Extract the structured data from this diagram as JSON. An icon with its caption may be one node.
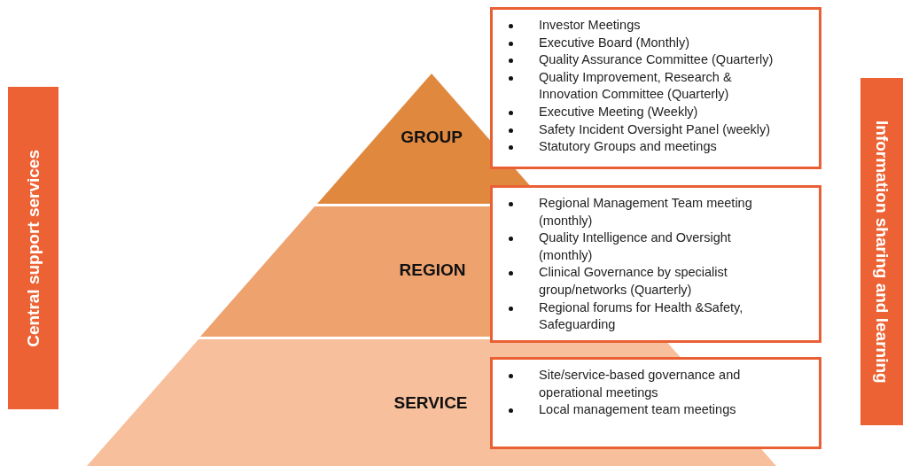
{
  "diagram": {
    "nodes": [
      {
        "text": [
          "Central support services"
        ]
      },
      {
        "text": [
          "GROUP"
        ]
      },
      {
        "text": [
          "Investor Meetings",
          "Executive Board (Monthly)",
          "Quality Assurance Committee (Quarterly)",
          "Quality Improvement, Research & Innovation Committee (Quarterly)",
          "Executive Meeting (Weekly)",
          "Safety Incident Oversight Panel (weekly)",
          "Statutory Groups and meetings"
        ]
      },
      {
        "text": [
          "REGION"
        ]
      },
      {
        "text": [
          "Regional Management Team meeting (monthly)",
          "Quality Intelligence and Oversight (monthly)",
          "Clinical Governance by specialist group/networks (Quarterly)",
          "Regional forums for Health &Safety, Safeguarding"
        ]
      },
      {
        "text": [
          "SERVICE"
        ]
      },
      {
        "text": [
          "Site/service-based governance and operational meetings",
          "Local management team meetings"
        ]
      },
      {
        "text": [
          "Information sharing and learning"
        ]
      }
    ]
  }
}
